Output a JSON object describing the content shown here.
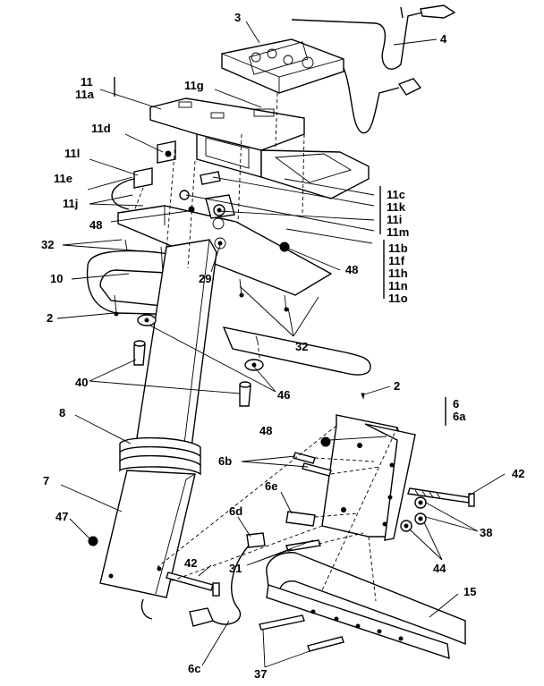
{
  "callouts": {
    "c3": "3",
    "c4": "4",
    "c11": "11",
    "c11a": "11a",
    "c11g": "11g",
    "c11d": "11d",
    "c11l": "11l",
    "c11e": "11e",
    "c11j": "11j",
    "c48a": "48",
    "c32a": "32",
    "c10": "10",
    "c29": "29",
    "c11c": "11c",
    "c11k": "11k",
    "c11i": "11i",
    "c11m": "11m",
    "c11b": "11b",
    "c11f": "11f",
    "c11h": "11h",
    "c11n": "11n",
    "c11o": "11o",
    "c48b": "48",
    "c2a": "2",
    "c32b": "32",
    "c40": "40",
    "c46": "46",
    "c2b": "2",
    "c8": "8",
    "c6": "6",
    "c6a": "6a",
    "c48c": "48",
    "c6b": "6b",
    "c42a": "42",
    "c7": "7",
    "c6e": "6e",
    "c38": "38",
    "c6d": "6d",
    "c47": "47",
    "c42b": "42",
    "c31": "31",
    "c44": "44",
    "c15": "15",
    "c6c": "6c",
    "c37": "37"
  }
}
